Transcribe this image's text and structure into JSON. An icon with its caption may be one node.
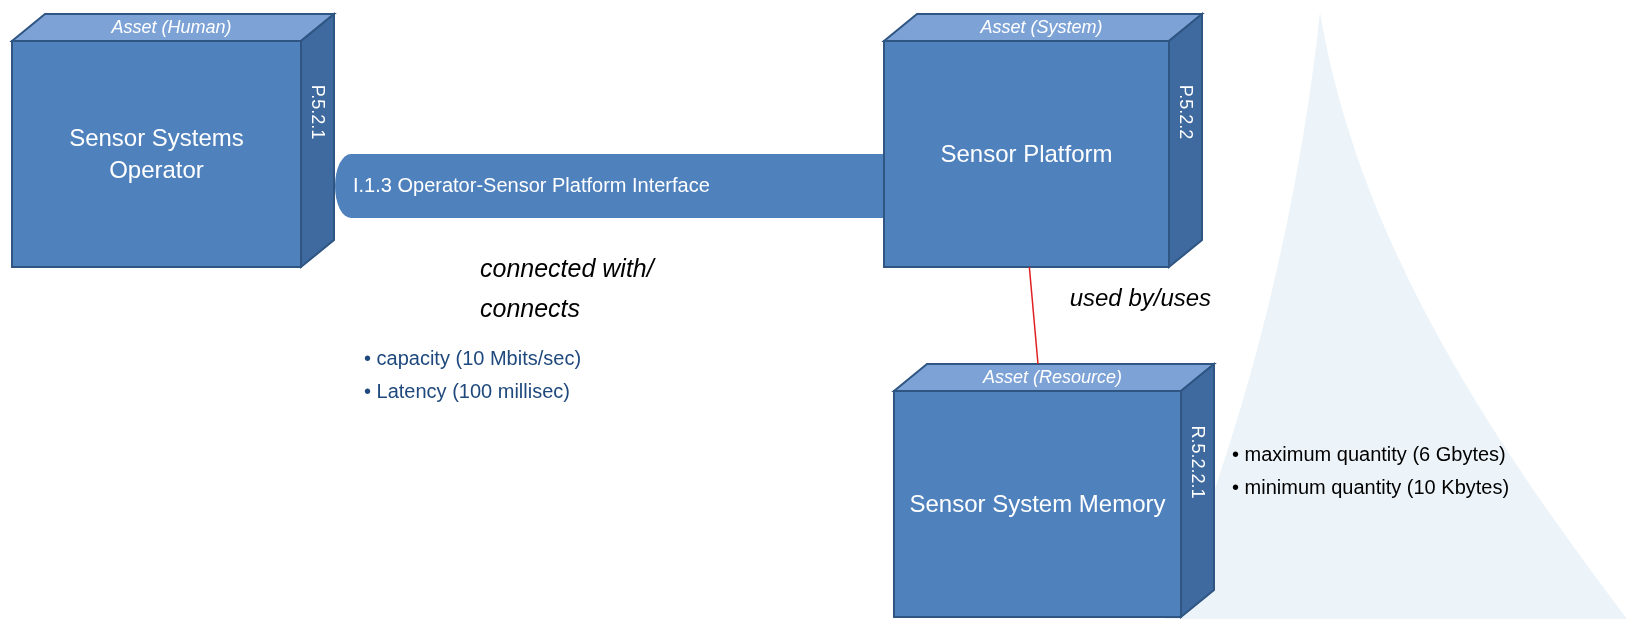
{
  "diagram": {
    "nodes": [
      {
        "text": [
          "Asset (Human)",
          "Sensor Systems Operator",
          "P.5.2.1"
        ]
      },
      {
        "text": [
          "Asset (System)",
          "Sensor Platform",
          "P.5.2.2"
        ]
      },
      {
        "text": [
          "I.1.3 Operator-Sensor Platform Interface"
        ]
      },
      {
        "text": [
          "Asset (Resource)",
          "Sensor System Memory",
          "R.5.2.2.1"
        ]
      }
    ],
    "edges": [
      {
        "from": 1,
        "to": 3,
        "arrow": "none",
        "label": "used by/uses",
        "color": "#e02020"
      }
    ],
    "labels": [
      "connected with/ connects",
      "• capacity (10 Mbits/sec)",
      "• Latency (100 millisec)",
      "• maximum quantity (6 Gbytes)",
      "• minimum quantity (10 Kbytes)"
    ]
  }
}
